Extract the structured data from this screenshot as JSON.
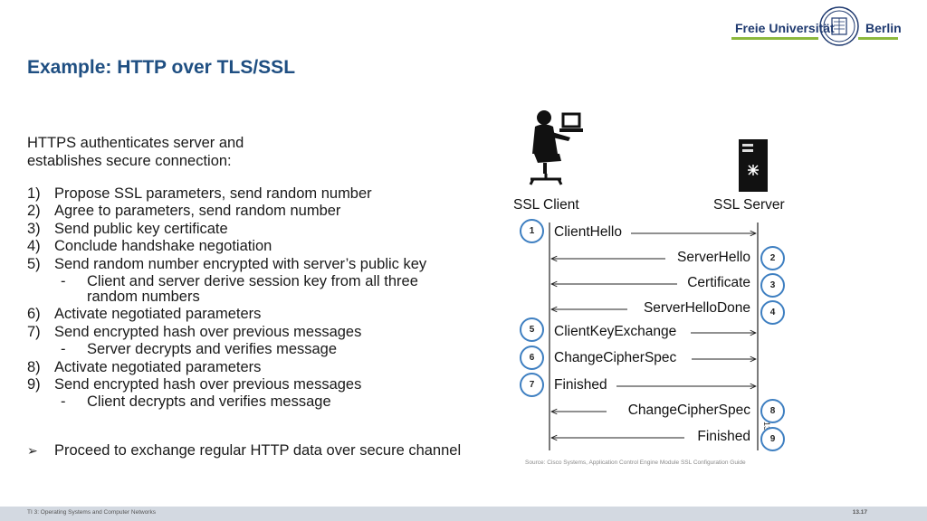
{
  "header": {
    "logo_text_left": "Freie Universität",
    "logo_text_right": "Berlin",
    "title": "Example: HTTP over TLS/SSL"
  },
  "intro": "HTTPS authenticates server and establishes secure connection:",
  "steps": [
    {
      "num": "1)",
      "text": "Propose SSL parameters, send random number"
    },
    {
      "num": "2)",
      "text": "Agree to parameters, send random number"
    },
    {
      "num": "3)",
      "text": "Send public key certificate"
    },
    {
      "num": "4)",
      "text": "Conclude handshake negotiation"
    },
    {
      "num": "5)",
      "text": "Send random number encrypted with server’s public key"
    },
    {
      "sub": "-",
      "text": "Client and server derive session key from all three random numbers"
    },
    {
      "num": "6)",
      "text": "Activate negotiated parameters"
    },
    {
      "num": "7)",
      "text": "Send encrypted hash over previous messages"
    },
    {
      "sub": "-",
      "text": "Server decrypts and verifies message"
    },
    {
      "num": "8)",
      "text": "Activate negotiated parameters"
    },
    {
      "num": "9)",
      "text": "Send encrypted hash over previous messages"
    },
    {
      "sub": "-",
      "text": "Client decrypts and verifies message"
    }
  ],
  "bullet": {
    "icon": "arrow-bullet-icon",
    "text": "Proceed to exchange regular HTTP data over secure channel"
  },
  "diagram": {
    "client_label": "SSL Client",
    "server_label": "SSL Server",
    "messages": [
      {
        "label": "ClientHello",
        "step": "1",
        "direction": "to-server"
      },
      {
        "label": "ServerHello",
        "step": "2",
        "direction": "to-client"
      },
      {
        "label": "Certificate",
        "step": "3",
        "direction": "to-client"
      },
      {
        "label": "ServerHelloDone",
        "step": "4",
        "direction": "to-client"
      },
      {
        "label": "ClientKeyExchange",
        "step": "5",
        "direction": "to-server"
      },
      {
        "label": "ChangeCipherSpec",
        "step": "6",
        "direction": "to-server"
      },
      {
        "label": "Finished",
        "step": "7",
        "direction": "to-server"
      },
      {
        "label": "ChangeCipherSpec",
        "step": "8",
        "direction": "to-client"
      },
      {
        "label": "Finished",
        "step": "9",
        "direction": "to-client"
      }
    ],
    "side_code": "13917",
    "source": "Source: Cisco Systems, Application Control Engine Module SSL Configuration Guide",
    "line_color": "#3e7fc1"
  },
  "footer": {
    "left": "TI 3: Operating Systems and Computer Networks",
    "right": "13.17"
  }
}
